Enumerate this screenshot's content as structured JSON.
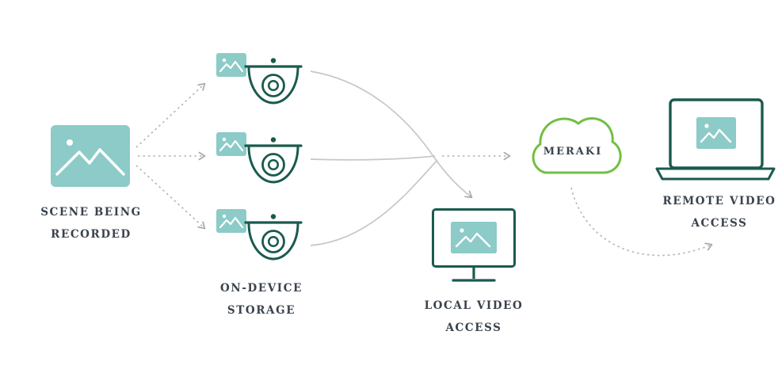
{
  "colors": {
    "teal_fill": "#8CCBC7",
    "outline_green": "#1A5A4E",
    "cloud_green": "#72BF44",
    "text": "#3A424C",
    "connector_gray": "#C7C7C7",
    "dotted_gray": "#B3B3B3"
  },
  "nodes": {
    "scene": {
      "icon": "image-photo-icon",
      "lines": [
        "SCENE BEING",
        "RECORDED"
      ]
    },
    "cameras": {
      "icon": "dome-camera-icon",
      "thumbnail_icon": "image-thumbnail-icon",
      "count": "3",
      "lines": [
        "ON-DEVICE",
        "STORAGE"
      ]
    },
    "local": {
      "icon": "monitor-icon",
      "lines": [
        "LOCAL VIDEO",
        "ACCESS"
      ]
    },
    "cloud": {
      "icon": "cloud-icon",
      "label": "MERAKI"
    },
    "remote": {
      "icon": "laptop-icon",
      "lines": [
        "REMOTE VIDEO",
        "ACCESS"
      ]
    }
  }
}
